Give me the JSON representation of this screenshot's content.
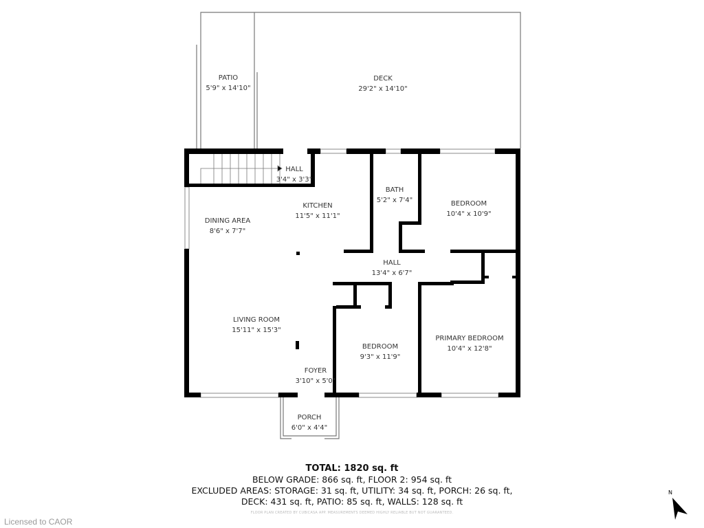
{
  "rooms": [
    {
      "name": "PATIO",
      "size": "5'9\" x 14'10\""
    },
    {
      "name": "DECK",
      "size": "29'2\" x 14'10\""
    },
    {
      "name": "HALL",
      "size": "3'4\" x 3'3\""
    },
    {
      "name": "KITCHEN",
      "size": "11'5\" x 11'1\""
    },
    {
      "name": "BATH",
      "size": "5'2\" x 7'4\""
    },
    {
      "name": "BEDROOM",
      "size": "10'4\" x 10'9\""
    },
    {
      "name": "DINING AREA",
      "size": "8'6\" x 7'7\""
    },
    {
      "name": "HALL",
      "size": "13'4\" x 6'7\""
    },
    {
      "name": "LIVING ROOM",
      "size": "15'11\" x 15'3\""
    },
    {
      "name": "BEDROOM",
      "size": "9'3\" x 11'9\""
    },
    {
      "name": "PRIMARY BEDROOM",
      "size": "10'4\" x 12'8\""
    },
    {
      "name": "FOYER",
      "size": "3'10\" x 5'0\""
    },
    {
      "name": "PORCH",
      "size": "6'0\" x 4'4\""
    }
  ],
  "summary": {
    "total": "TOTAL: 1820 sq. ft",
    "line1": "BELOW GRADE: 866 sq. ft, FLOOR 2: 954 sq. ft",
    "line2": "EXCLUDED AREAS: STORAGE: 31 sq. ft, UTILITY: 34 sq. ft, PORCH: 26 sq. ft,",
    "line3": "DECK: 431 sq. ft, PATIO: 85 sq. ft, WALLS: 128 sq. ft"
  },
  "disclaimer": "FLOOR PLAN CREATED BY CUBICASA APP. MEASUREMENTS DEEMED HIGHLY RELIABLE BUT NOT GUARANTEED.",
  "compass": {
    "label": "N",
    "icon": "north-arrow-icon"
  },
  "license": "Licensed to CAOR",
  "colors": {
    "wall": "#000000",
    "outline": "#777777"
  }
}
